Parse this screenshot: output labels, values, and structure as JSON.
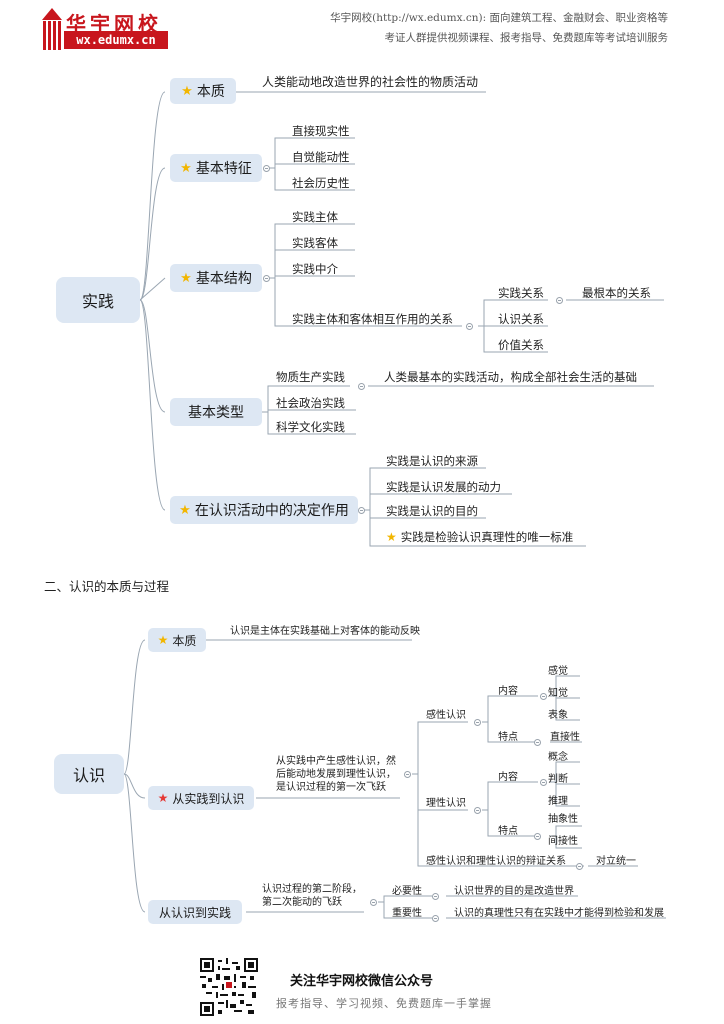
{
  "header": {
    "logo_cn": "华宇网校",
    "logo_url": "wx.edumx.cn",
    "line1": "华宇网校(http://wx.edumx.cn):   面向建筑工程、金融财会、职业资格等",
    "line2": "考证人群提供视频课程、报考指导、免费题库等考试培训服务"
  },
  "map1": {
    "root": "实践",
    "b1": {
      "label": "本质",
      "leaf": "人类能动地改造世界的社会性的物质活动"
    },
    "b2": {
      "label": "基本特征",
      "leaves": [
        "直接现实性",
        "自觉能动性",
        "社会历史性"
      ]
    },
    "b3": {
      "label": "基本结构",
      "leaves": [
        "实践主体",
        "实践客体",
        "实践中介",
        "实践主体和客体相互作用的关系"
      ],
      "sub": [
        "实践关系",
        "认识关系",
        "价值关系"
      ],
      "sub_note": "最根本的关系"
    },
    "b4": {
      "label": "基本类型",
      "leaves": [
        "物质生产实践",
        "社会政治实践",
        "科学文化实践"
      ],
      "note": "人类最基本的实践活动，构成全部社会生活的基础"
    },
    "b5": {
      "label": "在认识活动中的决定作用",
      "leaves": [
        "实践是认识的来源",
        "实践是认识发展的动力",
        "实践是认识的目的",
        "实践是检验认识真理性的唯一标准"
      ]
    }
  },
  "section2_title": "二、认识的本质与过程",
  "map2": {
    "root": "认识",
    "b1": {
      "label": "本质",
      "leaf": "认识是主体在实践基础上对客体的能动反映"
    },
    "b2": {
      "label": "从实践到认识",
      "desc_lines": [
        "从实践中产生感性认识，然",
        "后能动地发展到理性认识，",
        "是认识过程的第一次飞跃"
      ],
      "perceptual": "感性认识",
      "rational": "理性认识",
      "content": "内容",
      "trait": "特点",
      "p_content": [
        "感觉",
        "知觉",
        "表象"
      ],
      "p_trait": "直接性",
      "r_content": [
        "概念",
        "判断",
        "推理"
      ],
      "r_trait": [
        "抽象性",
        "间接性"
      ],
      "relation": "感性认识和理性认识的辩证关系",
      "relation_note": "对立统一"
    },
    "b3": {
      "label": "从认识到实践",
      "desc_lines": [
        "认识过程的第二阶段，",
        "第二次能动的飞跃"
      ],
      "necessity": "必要性",
      "necessity_note": "认识世界的目的是改造世界",
      "importance": "重要性",
      "importance_note": "认识的真理性只有在实践中才能得到检验和发展"
    }
  },
  "footer": {
    "title": "关注华宇网校微信公众号",
    "subtitle": "报考指导、学习视频、免费题库一手掌握"
  }
}
